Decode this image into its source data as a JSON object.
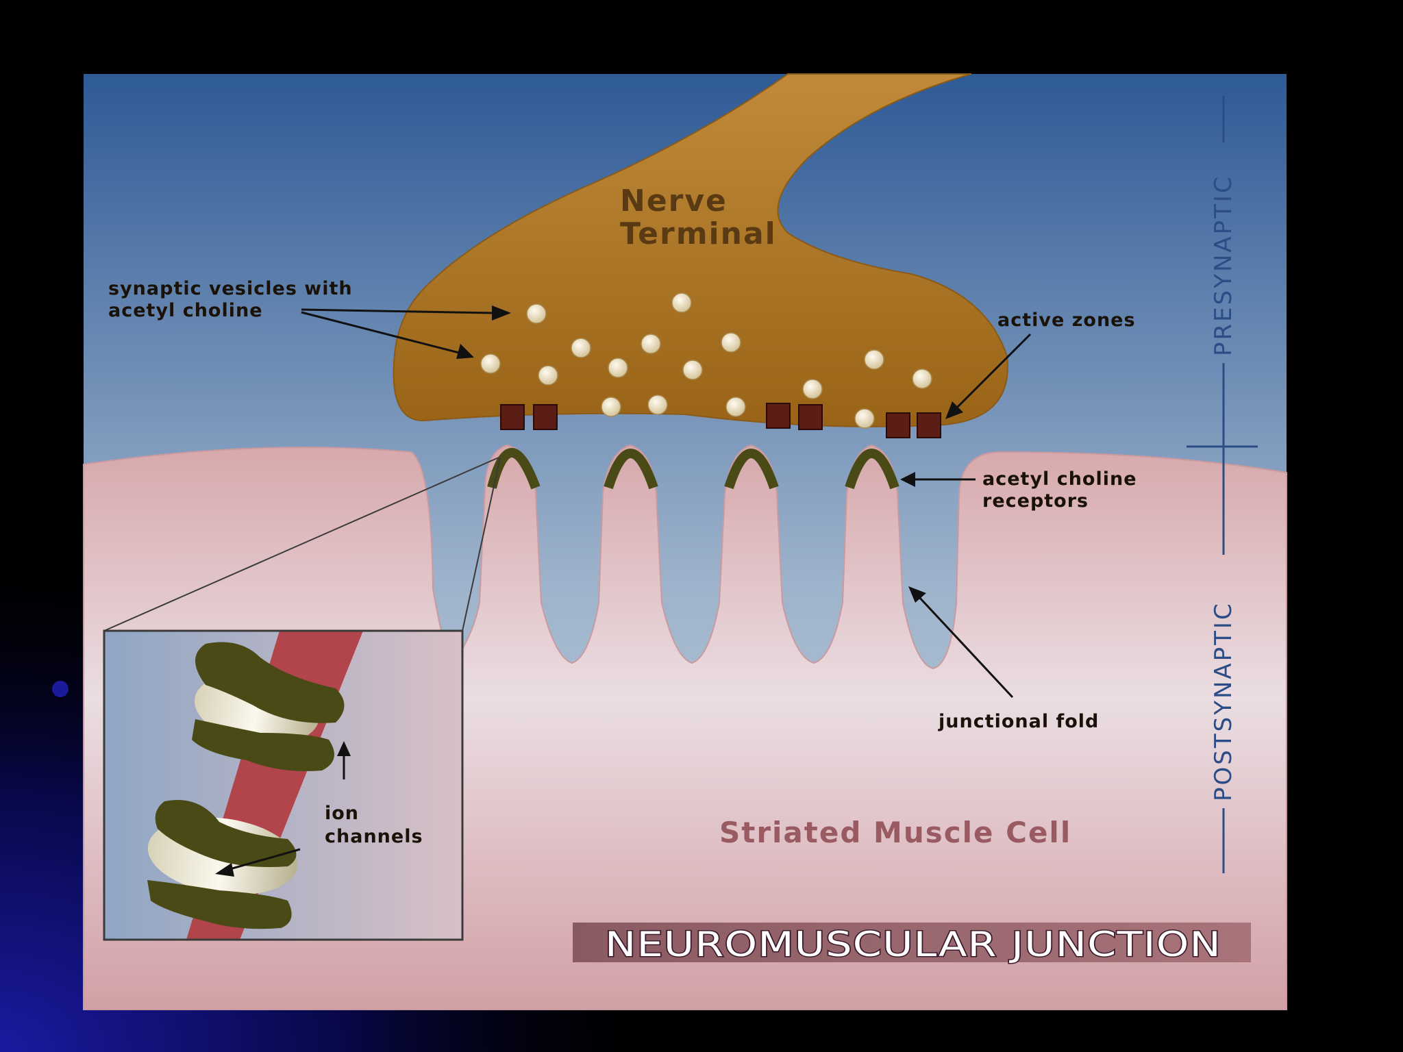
{
  "colors": {
    "frame_bg": "#000000",
    "sky_top": "#2e5a96",
    "sky_bottom": "#b7c6d8",
    "nerve": "#b07a2a",
    "muscle": "#dcb0b2",
    "receptor": "#4a4a16",
    "active_zone": "#5a1e14",
    "title_bar": "#9e6a70",
    "side_label": "#2c4c86"
  },
  "diagram": {
    "nerve_terminal": [
      "Nerve",
      "Terminal"
    ],
    "vesicles_label": [
      "synaptic vesicles with",
      "acetyl choline"
    ],
    "active_zones_label": "active zones",
    "receptors_label": [
      "acetyl choline",
      "receptors"
    ],
    "junctional_fold_label": "junctional fold",
    "ion_channels_label": [
      "ion",
      "channels"
    ],
    "muscle_label": "Striated Muscle Cell",
    "presynaptic": "PRESYNAPTIC",
    "postsynaptic": "POSTSYNAPTIC",
    "title": "NEUROMUSCULAR JUNCTION"
  }
}
